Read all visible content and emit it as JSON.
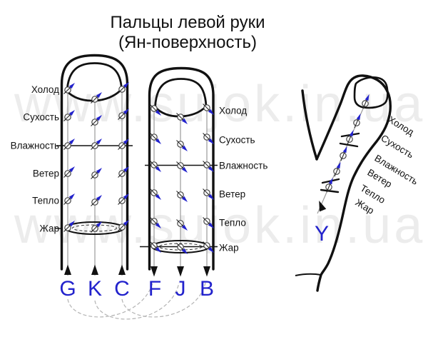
{
  "title": {
    "line1": "Пальцы левой руки",
    "line2": "(Ян-поверхность)"
  },
  "watermark": {
    "text": "www.sujok.in.ua"
  },
  "left_finger": {
    "labels": [
      "Холод",
      "Сухость",
      "Влажность",
      "Ветер",
      "Тепло",
      "Жар"
    ],
    "letters": [
      "G",
      "K",
      "C"
    ],
    "flow": "up"
  },
  "middle_finger": {
    "labels": [
      "Холод",
      "Сухость",
      "Влажность",
      "Ветер",
      "Тепло",
      "Жар"
    ],
    "letters": [
      "F",
      "J",
      "B"
    ],
    "flow": "down"
  },
  "thumb": {
    "labels": [
      "Холод",
      "Сухость",
      "Влажность",
      "Ветер",
      "Тепло",
      "Жар"
    ],
    "letter": "Y",
    "flow": "up"
  },
  "colors": {
    "meridian_blue": "#2222cc",
    "outline": "#111111",
    "watermark": "#ececec"
  }
}
